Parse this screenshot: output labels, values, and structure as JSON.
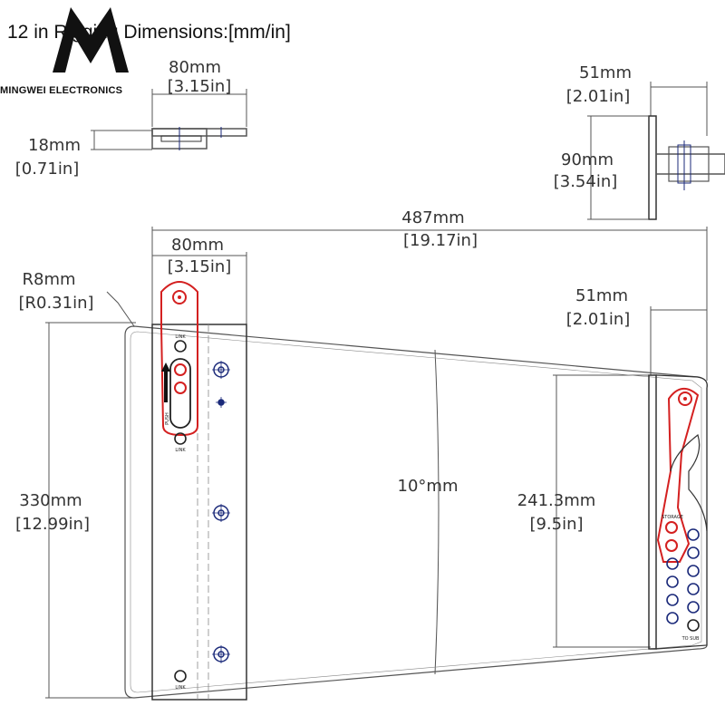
{
  "header": {
    "title": "12 in Rigging Dimensions:[mm/in]",
    "brand": "MINGWEI ELECTRONICS"
  },
  "top_left_view": {
    "width_mm": "80mm",
    "width_in": "[3.15in]",
    "height_mm": "18mm",
    "height_in": "[0.71in]"
  },
  "top_right_view": {
    "width_mm": "51mm",
    "width_in": "[2.01in]",
    "height_mm": "90mm",
    "height_in": "[3.54in]"
  },
  "main_view": {
    "overall_mm": "487mm",
    "overall_in": "[19.17in]",
    "front_width_mm": "80mm",
    "front_width_in": "[3.15in]",
    "radius_mm": "R8mm",
    "radius_in": "[R0.31in]",
    "height_mm": "330mm",
    "height_in": "[12.99in]",
    "angle": "10°mm",
    "rear_width_mm": "51mm",
    "rear_width_in": "[2.01in]",
    "rear_height_mm": "241.3mm",
    "rear_height_in": "[9.5in]",
    "labels": {
      "link_top": "LINK",
      "push": "PUSH",
      "link_mid": "LINK",
      "link_bottom": "LINK",
      "storage": "STORAGE",
      "to_sub": "TO SUB"
    }
  },
  "colors": {
    "line": "#555555",
    "highlight": "#d42020",
    "hole": "#1b2a7a"
  }
}
